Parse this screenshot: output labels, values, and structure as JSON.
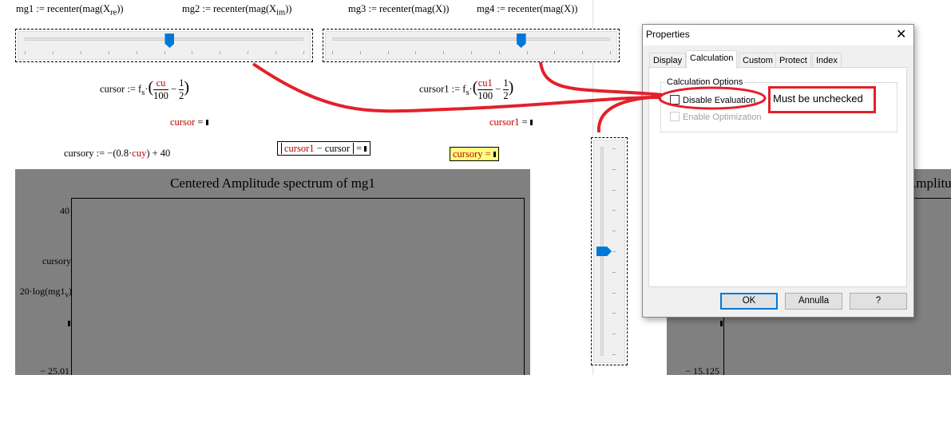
{
  "worksheet": {
    "defs": [
      {
        "lhs": "mg1",
        "rhs": "recenter(mag(X",
        "sub": "re",
        "tail": "))"
      },
      {
        "lhs": "mg2",
        "rhs": "recenter(mag(X",
        "sub": "im",
        "tail": "))"
      },
      {
        "lhs": "mg3",
        "rhs": "recenter(mag(X))"
      },
      {
        "lhs": "mg4",
        "rhs": "recenter(mag(X))"
      }
    ],
    "assign_op": " := ",
    "sliders": {
      "h1_fraction": 0.52,
      "h2_fraction": 0.68,
      "v_fraction": 0.5
    },
    "cursor_def": {
      "lhs": "cursor",
      "f": "f",
      "fsub": "s",
      "num": "cu",
      "den": "100",
      "num2": "1",
      "den2": "2"
    },
    "cursor1_def": {
      "lhs": "cursor1",
      "f": "f",
      "fsub": "s",
      "num": "cu1",
      "den": "100",
      "num2": "1",
      "den2": "2"
    },
    "cursor_eval": "cursor",
    "cursor1_eval": "cursor1",
    "equals": " = ",
    "cursory_def": {
      "lhs": "cursory",
      "pre": "−(0.8·",
      "var": "cuy",
      "post": ") + 40"
    },
    "diff_expr": {
      "a": "cursor1",
      "op": " − cursor",
      "eq": "="
    },
    "cursory_eval": "cursory ="
  },
  "plot1": {
    "title": "Centered Amplitude spectrum of mg1",
    "y_max": "40",
    "y_min": "− 25.01",
    "y_label1": "cursory",
    "y_label2": "20·log(mg1",
    "y_label2_sub": "ν",
    "y_label2_tail": ")"
  },
  "plot2": {
    "title_partial": "Amplitu",
    "y_min": "− 15.125"
  },
  "dialog": {
    "title": "Properties",
    "close": "✕",
    "tabs": [
      "Display",
      "Calculation",
      "Custom",
      "Protect",
      "Index"
    ],
    "active_tab": "Calculation",
    "group_label": "Calculation Options",
    "disable_evaluation": {
      "label": "Disable Evaluation",
      "checked": false
    },
    "enable_optimization": {
      "label": "Enable Optimization",
      "checked": false,
      "disabled": true
    },
    "buttons": {
      "ok": "OK",
      "cancel": "Annulla",
      "help": "?"
    }
  },
  "annotation": {
    "text": "Must be unchecked",
    "color": "#e3202a"
  }
}
